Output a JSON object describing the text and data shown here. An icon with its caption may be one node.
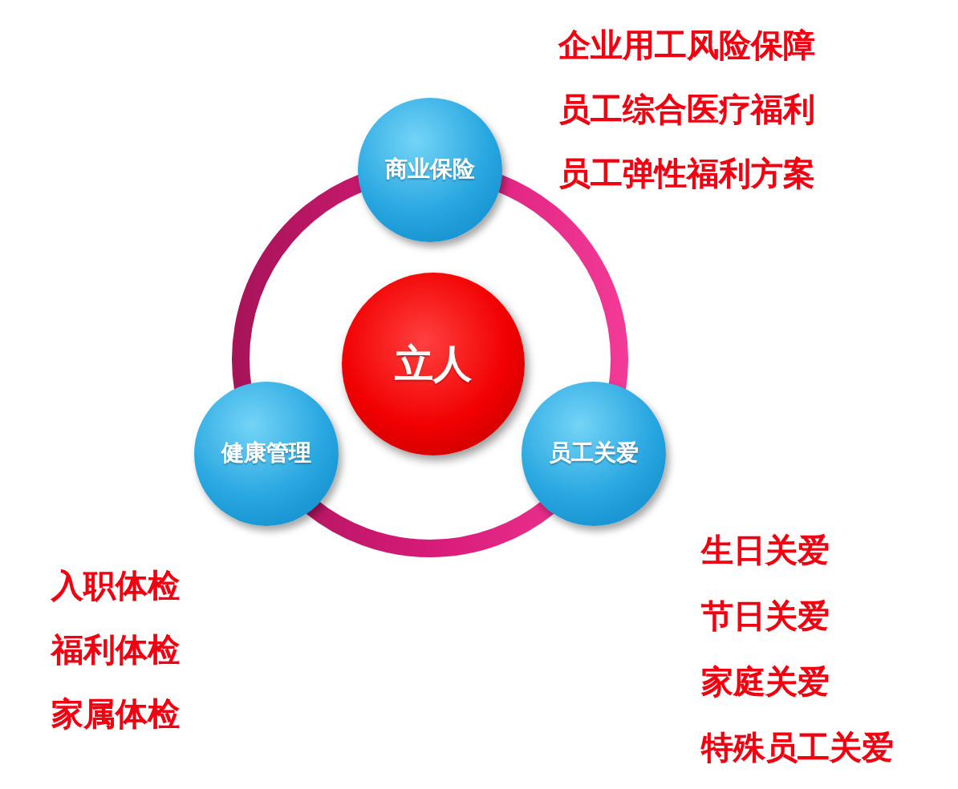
{
  "diagram": {
    "nodes": [
      {
        "text": [
          "商业保险"
        ],
        "beside": [
          "企业用工风险保障",
          "员工综合医疗福利",
          "员工弹性福利方案"
        ]
      },
      {
        "text": [
          "立人"
        ]
      },
      {
        "text": [
          "健康管理"
        ],
        "beside": [
          "入职体检",
          "福利体检",
          "家属体检"
        ]
      },
      {
        "text": [
          "员工关爱"
        ],
        "beside": [
          "生日关爱",
          "节日关爱",
          "家庭关爱",
          "特殊员工关爱"
        ]
      }
    ],
    "edges": [
      {
        "from": 0,
        "to": 3,
        "arrow": "none"
      },
      {
        "from": 3,
        "to": 2,
        "arrow": "none"
      },
      {
        "from": 2,
        "to": 0,
        "arrow": "none"
      }
    ]
  }
}
